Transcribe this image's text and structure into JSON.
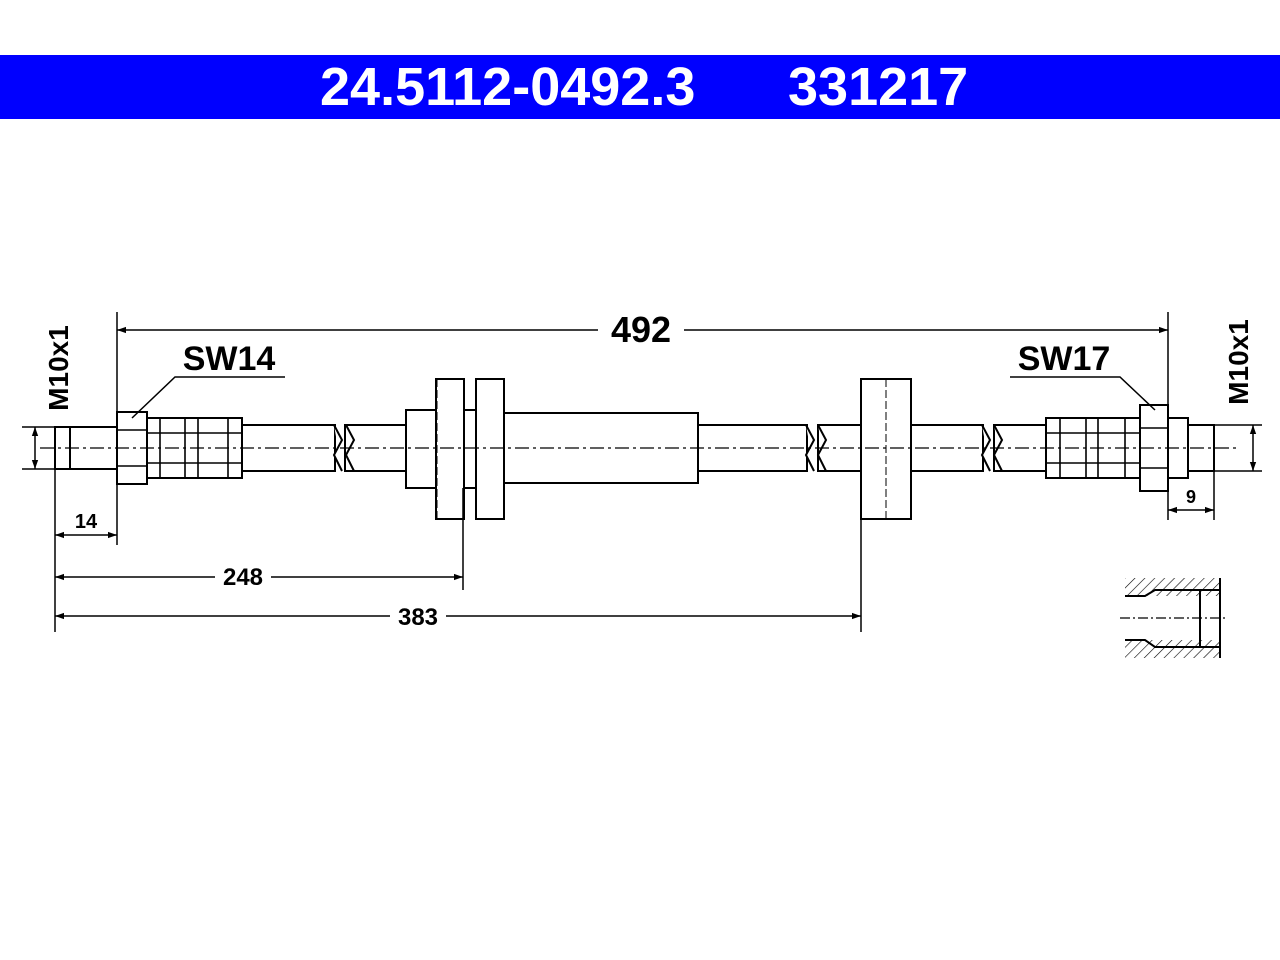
{
  "header": {
    "part_number": "24.5112-0492.3",
    "reference_number": "331217",
    "bar_color": "#0000ff"
  },
  "drawing": {
    "total_length": "492",
    "left_wrench": "SW14",
    "right_wrench": "SW17",
    "left_thread": "M10x1",
    "right_thread": "M10x1",
    "left_thread_length": "14",
    "right_thread_length": "9",
    "first_bracket_distance": "248",
    "second_bracket_distance": "383"
  }
}
